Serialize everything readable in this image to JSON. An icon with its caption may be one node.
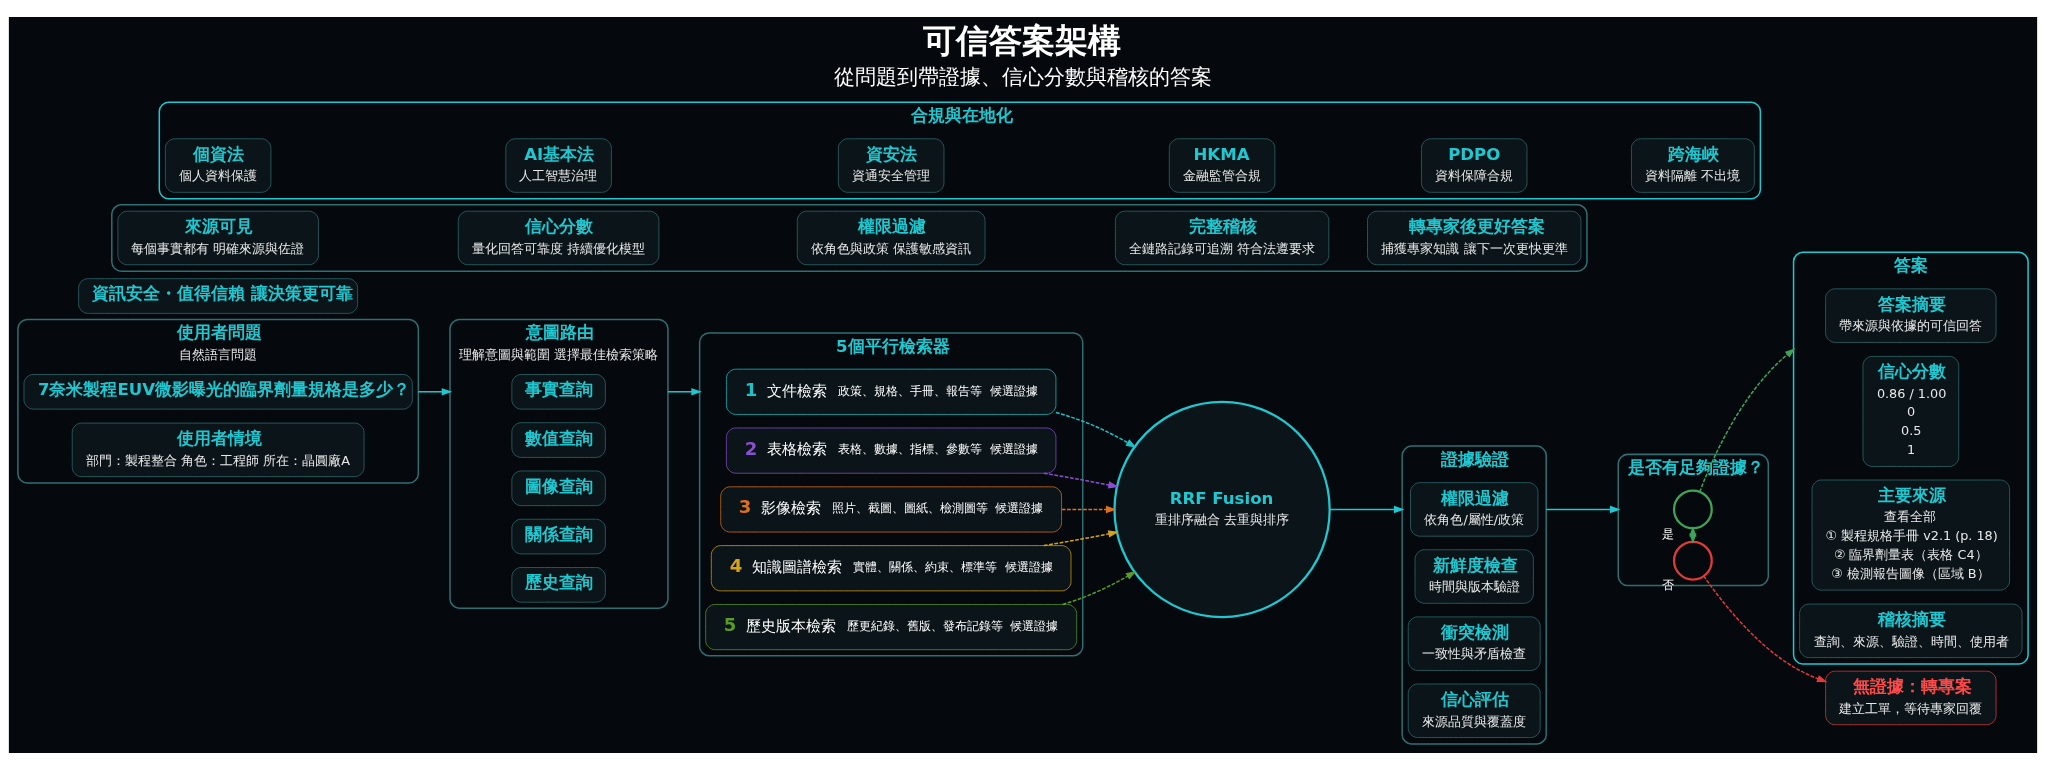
{
  "diagram": {
    "title": "可信答案架構",
    "caption": "從問題到帶證據、信心分數與稽核的答案",
    "nodes": [
      {
        "text": [
          "使用者問題",
          "自然語言問題"
        ]
      },
      {
        "text": [
          "7奈米製程EUV微影曝光的臨界劑量規格是多少？"
        ],
        "in": 0
      },
      {
        "text": [
          "使用者情境",
          "部門：製程整合 角色：工程師 所在：晶圓廠A"
        ],
        "in": 0
      },
      {
        "text": [
          "意圖路由",
          "理解意圖與範圍 選擇最佳檢索策略"
        ]
      },
      {
        "text": [
          "事實查詢"
        ],
        "in": 3
      },
      {
        "text": [
          "數值查詢"
        ],
        "in": 3
      },
      {
        "text": [
          "圖像查詢"
        ],
        "in": 3
      },
      {
        "text": [
          "關係查詢"
        ],
        "in": 3
      },
      {
        "text": [
          "歷史查詢"
        ],
        "in": 3
      },
      {
        "text": [
          "5個平行檢索器"
        ]
      },
      {
        "text": [
          "1",
          "文件檢索",
          "政策、規格、手冊、報告等",
          "候選證據"
        ],
        "in": 9
      },
      {
        "text": [
          "2",
          "表格檢索",
          "表格、數據、指標、參數等",
          "候選證據"
        ],
        "in": 9
      },
      {
        "text": [
          "3",
          "影像檢索",
          "照片、截圖、圖紙、檢測圖等",
          "候選證據"
        ],
        "in": 9
      },
      {
        "text": [
          "4",
          "知識圖譜檢索",
          "實體、關係、約束、標準等",
          "候選證據"
        ],
        "in": 9
      },
      {
        "text": [
          "5",
          "歷史版本檢索",
          "歷更紀錄、舊版、發布記錄等",
          "候選證據"
        ],
        "in": 9
      },
      {
        "text": [
          "RRF Fusion",
          "重排序融合 去重與排序"
        ]
      },
      {
        "text": [
          "證據驗證"
        ]
      },
      {
        "text": [
          "權限過濾",
          "依角色/屬性/政策"
        ],
        "in": 16
      },
      {
        "text": [
          "新鮮度檢查",
          "時間與版本驗證"
        ],
        "in": 16
      },
      {
        "text": [
          "衝突檢測",
          "一致性與矛盾檢查"
        ],
        "in": 16
      },
      {
        "text": [
          "信心評估",
          "來源品質與覆蓋度"
        ],
        "in": 16
      },
      {
        "text": [
          "是否有足夠證據？"
        ]
      },
      {
        "text": [],
        "shape": "circle",
        "beside": [
          "是"
        ],
        "in": 21
      },
      {
        "text": [],
        "shape": "circle",
        "beside": [
          "否"
        ],
        "in": 21
      },
      {
        "text": [
          "無證據：轉專案",
          "建立工單，等待專家回覆"
        ]
      },
      {
        "text": [
          "答案"
        ]
      },
      {
        "text": [
          "答案摘要",
          "帶來源與依據的可信回答"
        ],
        "in": 25
      },
      {
        "text": [
          "信心分數",
          "0.86 / 1.00",
          "0",
          "0.5",
          "1"
        ],
        "in": 25
      },
      {
        "text": [
          "主要來源",
          "查看全部",
          "① 製程規格手冊 v2.1 (p. 18)",
          "② 臨界劑量表（表格 C4）",
          "③ 檢測報告圖像（區域 B）"
        ],
        "in": 25
      },
      {
        "text": [
          "稽核摘要",
          "查詢、來源、驗證、時間、使用者"
        ],
        "in": 25
      },
      {
        "text": [],
        "shape": "box"
      },
      {
        "text": [
          "來源可見",
          "每個事實都有 明確來源與佐證"
        ],
        "in": 30
      },
      {
        "text": [
          "信心分數",
          "量化回答可靠度 持續優化模型"
        ],
        "in": 30
      },
      {
        "text": [
          "權限過濾",
          "依角色與政策 保護敏感資訊"
        ],
        "in": 30
      },
      {
        "text": [
          "完整稽核",
          "全鏈路記錄可追溯 符合法遵要求"
        ],
        "in": 30
      },
      {
        "text": [
          "轉專家後更好答案",
          "捕獲專家知識 讓下一次更快更準"
        ],
        "in": 30
      },
      {
        "text": [
          "合規與在地化"
        ]
      },
      {
        "text": [
          "個資法",
          "個人資料保護"
        ],
        "in": 36
      },
      {
        "text": [
          "AI基本法",
          "人工智慧治理"
        ],
        "in": 36
      },
      {
        "text": [
          "資安法",
          "資通安全管理"
        ],
        "in": 36
      },
      {
        "text": [
          "HKMA",
          "金融監管合規"
        ],
        "in": 36
      },
      {
        "text": [
          "PDPO",
          "資料保障合規"
        ],
        "in": 36
      },
      {
        "text": [
          "跨海峽",
          "資料隔離 不出境"
        ],
        "in": 36
      },
      {
        "text": [
          "資訊安全・值得信賴 讓決策更可靠"
        ]
      }
    ],
    "edges": [
      {
        "from": 0,
        "to": 3,
        "arrow": "to"
      },
      {
        "from": 3,
        "to": 9,
        "arrow": "to"
      },
      {
        "from": 10,
        "to": 15,
        "arrow": "to",
        "style": "dashed",
        "color": "#19c3c8"
      },
      {
        "from": 11,
        "to": 15,
        "arrow": "to",
        "style": "dashed",
        "color": "#8a4fd0"
      },
      {
        "from": 12,
        "to": 15,
        "arrow": "to",
        "style": "dashed",
        "color": "#e07020"
      },
      {
        "from": 13,
        "to": 15,
        "arrow": "to",
        "style": "dashed",
        "color": "#d4a418"
      },
      {
        "from": 14,
        "to": 15,
        "arrow": "to",
        "style": "dashed",
        "color": "#5a9a2a"
      },
      {
        "from": 15,
        "to": 16,
        "arrow": "to"
      },
      {
        "from": 16,
        "to": 21,
        "arrow": "to"
      },
      {
        "from": 22,
        "to": 25,
        "arrow": "to",
        "style": "dashed",
        "color": "#3fa45a"
      },
      {
        "from": 22,
        "to": 23,
        "arrow": "both",
        "style": "dashed",
        "color": "#3fa45a"
      },
      {
        "from": 23,
        "to": 24,
        "arrow": "to",
        "style": "dashed",
        "color": "#e03a3a"
      }
    ]
  }
}
